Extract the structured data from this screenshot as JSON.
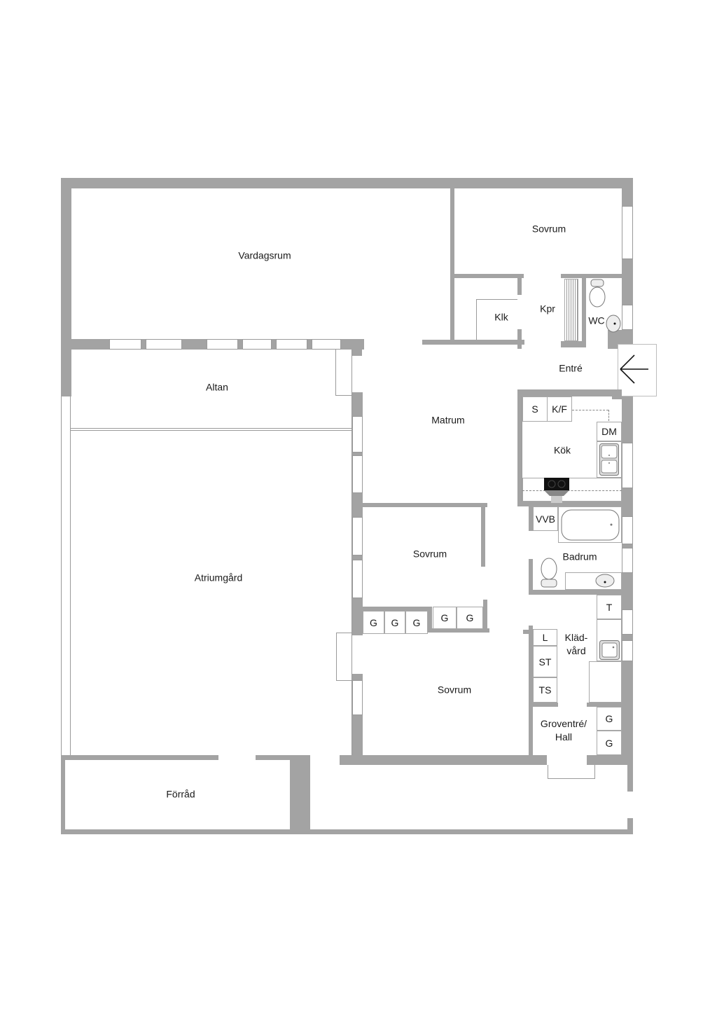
{
  "plan": {
    "type": "floor-plan",
    "colors": {
      "wall": "#a3a3a3",
      "background": "#ffffff",
      "text": "#1a1a1a",
      "window_line": "#9a9a9a"
    }
  },
  "rooms": {
    "vardagsrum": "Vardagsrum",
    "sovrum_ne": "Sovrum",
    "klk": "Klk",
    "kpr": "Kpr",
    "wc": "WC",
    "entre": "Entré",
    "altan": "Altan",
    "matrum": "Matrum",
    "kok": "Kök",
    "vvb": "VVB",
    "badrum": "Badrum",
    "sovrum_mid": "Sovrum",
    "atriumgard": "Atriumgård",
    "kladvard": "Kläd-\nvård",
    "sovrum_s": "Sovrum",
    "groventre": "Groventré/\nHall",
    "forrad": "Förråd"
  },
  "cabinets": {
    "kitchen": {
      "s": "S",
      "kf": "K/F",
      "dm": "DM"
    },
    "bedroom_wardrobes": [
      "G",
      "G",
      "G",
      "G",
      "G"
    ],
    "laundry": {
      "t": "T",
      "l": "L",
      "st": "ST",
      "ts": "TS"
    },
    "hall_wardrobes": [
      "G",
      "G"
    ]
  },
  "icons": {
    "entry_arrow": "arrow-left-icon",
    "toilet": "toilet-icon",
    "sink": "sink-icon",
    "bathtub": "bathtub-icon",
    "stove": "stove-icon",
    "radiator": "radiator-icon"
  }
}
